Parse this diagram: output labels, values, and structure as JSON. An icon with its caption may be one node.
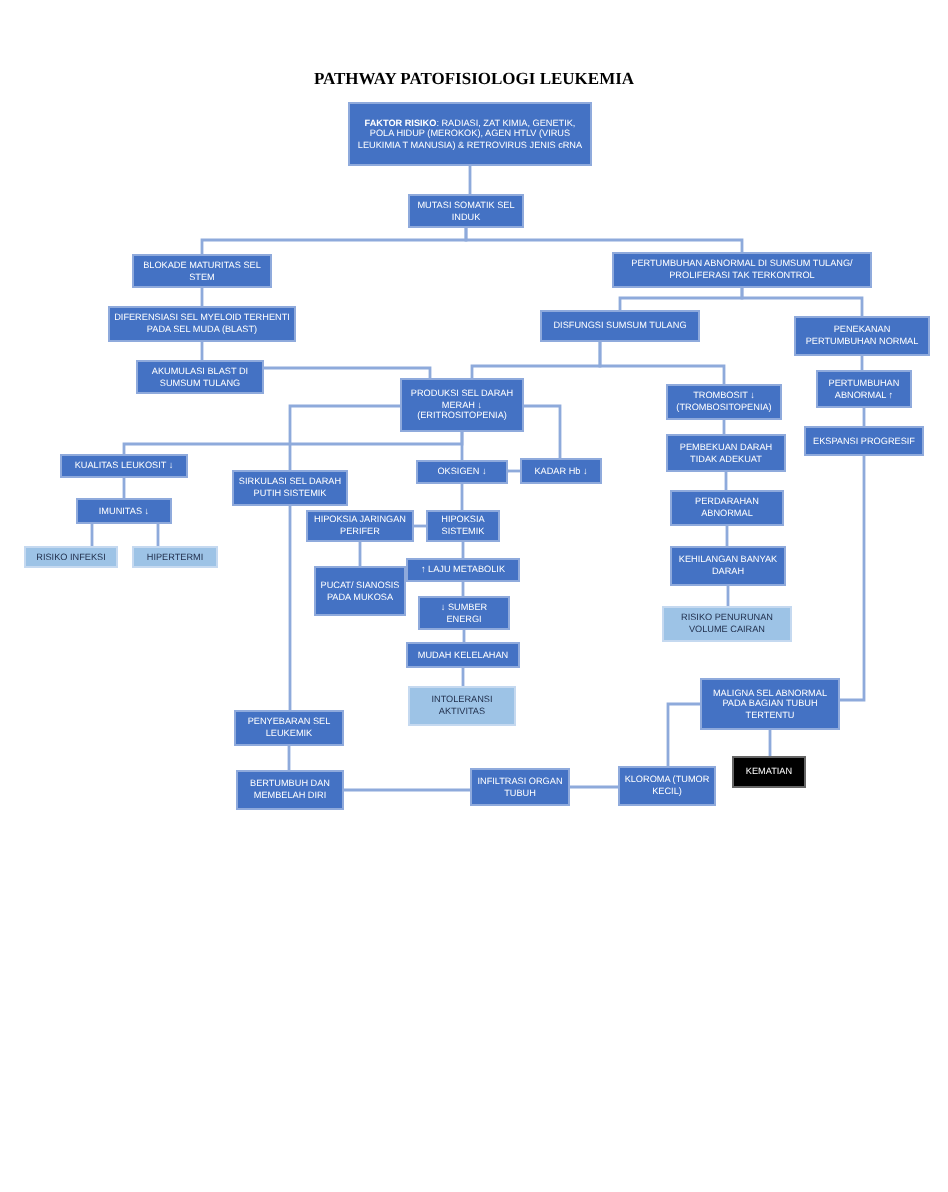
{
  "diagram": {
    "title": "PATHWAY PATOFISIOLOGI LEUKEMIA",
    "nodes": [
      {
        "text": [
          "**FAKTOR RISIKO**: RADIASI, ZAT KIMIA, GENETIK, POLA HIDUP (MEROKOK), AGEN HTLV (VIRUS LEUKIMIA T MANUSIA) & RETROVIRUS JENIS cRNA"
        ]
      },
      {
        "text": [
          "MUTASI SOMATIK SEL INDUK"
        ]
      },
      {
        "text": [
          "BLOKADE MATURITAS SEL STEM"
        ]
      },
      {
        "text": [
          "PERTUMBUHAN ABNORMAL DI SUMSUM TULANG/ PROLIFERASI TAK TERKONTROL"
        ]
      },
      {
        "text": [
          "DIFERENSIASI SEL MYELOID TERHENTI PADA SEL MUDA (BLAST)"
        ]
      },
      {
        "text": [
          "DISFUNGSI SUMSUM TULANG"
        ]
      },
      {
        "text": [
          "PENEKANAN PERTUMBUHAN NORMAL"
        ]
      },
      {
        "text": [
          "AKUMULASI BLAST DI SUMSUM TULANG"
        ]
      },
      {
        "text": [
          "PRODUKSI SEL DARAH MERAH ↓ (ERITROSITOPENIA)"
        ]
      },
      {
        "text": [
          "TROMBOSIT ↓ (TROMBOSITOPENIA)"
        ]
      },
      {
        "text": [
          "PERTUMBUHAN ABNORMAL ↑"
        ]
      },
      {
        "text": [
          "EKSPANSI PROGRESIF"
        ]
      },
      {
        "text": [
          "KUALITAS LEUKOSIT ↓"
        ]
      },
      {
        "text": [
          "SIRKULASI SEL DARAH PUTIH SISTEMIK"
        ]
      },
      {
        "text": [
          "OKSIGEN ↓"
        ]
      },
      {
        "text": [
          "KADAR Hb ↓"
        ]
      },
      {
        "text": [
          "PEMBEKUAN DARAH TIDAK ADEKUAT"
        ]
      },
      {
        "text": [
          "IMUNITAS ↓"
        ]
      },
      {
        "text": [
          "HIPOKSIA JARINGAN PERIFER"
        ]
      },
      {
        "text": [
          "HIPOKSIA SISTEMIK"
        ]
      },
      {
        "text": [
          "PERDARAHAN ABNORMAL"
        ]
      },
      {
        "text": [
          "RISIKO INFEKSI"
        ]
      },
      {
        "text": [
          "HIPERTERMI"
        ]
      },
      {
        "text": [
          "↑ LAJU METABOLIK"
        ]
      },
      {
        "text": [
          "KEHILANGAN BANYAK DARAH"
        ]
      },
      {
        "text": [
          "PUCAT/ SIANOSIS PADA MUKOSA"
        ]
      },
      {
        "text": [
          "↓ SUMBER ENERGI"
        ]
      },
      {
        "text": [
          "RISIKO PENURUNAN VOLUME CAIRAN"
        ]
      },
      {
        "text": [
          "MUDAH KELELAHAN"
        ]
      },
      {
        "text": [
          "INTOLERANSI AKTIVITAS"
        ]
      },
      {
        "text": [
          "MALIGNA SEL ABNORMAL PADA BAGIAN TUBUH TERTENTU"
        ]
      },
      {
        "text": [
          "PENYEBARAN SEL LEUKEMIK"
        ]
      },
      {
        "text": [
          "KEMATIAN"
        ]
      },
      {
        "text": [
          "BERTUMBUH DAN MEMBELAH DIRI"
        ]
      },
      {
        "text": [
          "INFILTRASI ORGAN TUBUH"
        ]
      },
      {
        "text": [
          "KLOROMA (TUMOR KECIL)"
        ]
      }
    ],
    "edges": [
      {
        "from": 0,
        "to": 1,
        "arrow": "none"
      },
      {
        "from": 1,
        "to": 2,
        "arrow": "none"
      },
      {
        "from": 1,
        "to": 3,
        "arrow": "none"
      },
      {
        "from": 2,
        "to": 4,
        "arrow": "none"
      },
      {
        "from": 4,
        "to": 7,
        "arrow": "none"
      },
      {
        "from": 3,
        "to": 5,
        "arrow": "none"
      },
      {
        "from": 3,
        "to": 6,
        "arrow": "none"
      },
      {
        "from": 7,
        "to": 8,
        "arrow": "none"
      },
      {
        "from": 5,
        "to": 8,
        "arrow": "none"
      },
      {
        "from": 5,
        "to": 9,
        "arrow": "none"
      },
      {
        "from": 6,
        "to": 10,
        "arrow": "none"
      },
      {
        "from": 10,
        "to": 11,
        "arrow": "none"
      },
      {
        "from": 11,
        "to": 30,
        "arrow": "none"
      },
      {
        "from": 8,
        "to": 12,
        "arrow": "none"
      },
      {
        "from": 8,
        "to": 14,
        "arrow": "none"
      },
      {
        "from": 8,
        "to": 13,
        "arrow": "none"
      },
      {
        "from": 8,
        "to": 15,
        "arrow": "none"
      },
      {
        "from": 15,
        "to": 14,
        "arrow": "none"
      },
      {
        "from": 12,
        "to": 17,
        "arrow": "none"
      },
      {
        "from": 17,
        "to": 21,
        "arrow": "none"
      },
      {
        "from": 17,
        "to": 22,
        "arrow": "none"
      },
      {
        "from": 14,
        "to": 19,
        "arrow": "none"
      },
      {
        "from": 19,
        "to": 18,
        "arrow": "none"
      },
      {
        "from": 18,
        "to": 25,
        "arrow": "none"
      },
      {
        "from": 19,
        "to": 23,
        "arrow": "none"
      },
      {
        "from": 23,
        "to": 26,
        "arrow": "none"
      },
      {
        "from": 26,
        "to": 28,
        "arrow": "none"
      },
      {
        "from": 28,
        "to": 29,
        "arrow": "none"
      },
      {
        "from": 9,
        "to": 16,
        "arrow": "none"
      },
      {
        "from": 16,
        "to": 20,
        "arrow": "none"
      },
      {
        "from": 20,
        "to": 24,
        "arrow": "none"
      },
      {
        "from": 24,
        "to": 27,
        "arrow": "none"
      },
      {
        "from": 13,
        "to": 31,
        "arrow": "none"
      },
      {
        "from": 31,
        "to": 33,
        "arrow": "none"
      },
      {
        "from": 33,
        "to": 34,
        "arrow": "none"
      },
      {
        "from": 34,
        "to": 35,
        "arrow": "none"
      },
      {
        "from": 35,
        "to": 30,
        "arrow": "none"
      },
      {
        "from": 30,
        "to": 32,
        "arrow": "none"
      }
    ]
  }
}
